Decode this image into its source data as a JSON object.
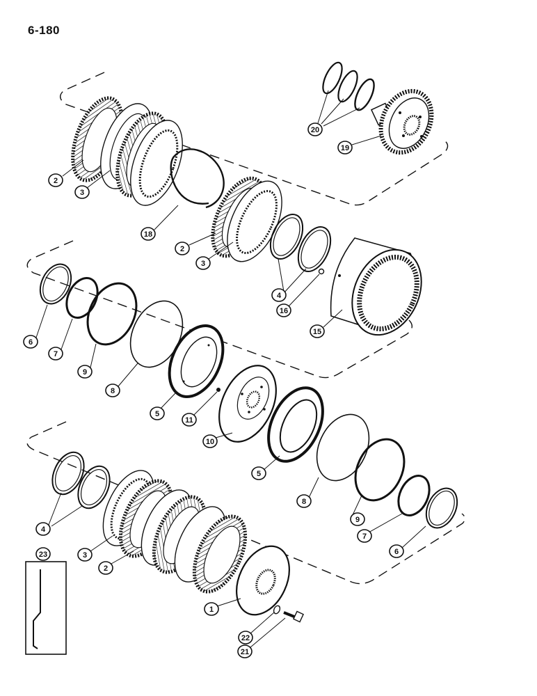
{
  "page_number": "6-180",
  "callouts": [
    {
      "label": "20"
    },
    {
      "label": "19"
    },
    {
      "label": "2"
    },
    {
      "label": "3"
    },
    {
      "label": "18"
    },
    {
      "label": "2"
    },
    {
      "label": "3"
    },
    {
      "label": "4"
    },
    {
      "label": "16"
    },
    {
      "label": "15"
    },
    {
      "label": "6"
    },
    {
      "label": "7"
    },
    {
      "label": "9"
    },
    {
      "label": "8"
    },
    {
      "label": "5"
    },
    {
      "label": "11"
    },
    {
      "label": "10"
    },
    {
      "label": "5"
    },
    {
      "label": "8"
    },
    {
      "label": "9"
    },
    {
      "label": "7"
    },
    {
      "label": "6"
    },
    {
      "label": "4"
    },
    {
      "label": "3"
    },
    {
      "label": "2"
    },
    {
      "label": "1"
    },
    {
      "label": "22"
    },
    {
      "label": "21"
    },
    {
      "label": "23"
    }
  ],
  "colors": {
    "ink": "#111111",
    "paper": "#ffffff"
  }
}
